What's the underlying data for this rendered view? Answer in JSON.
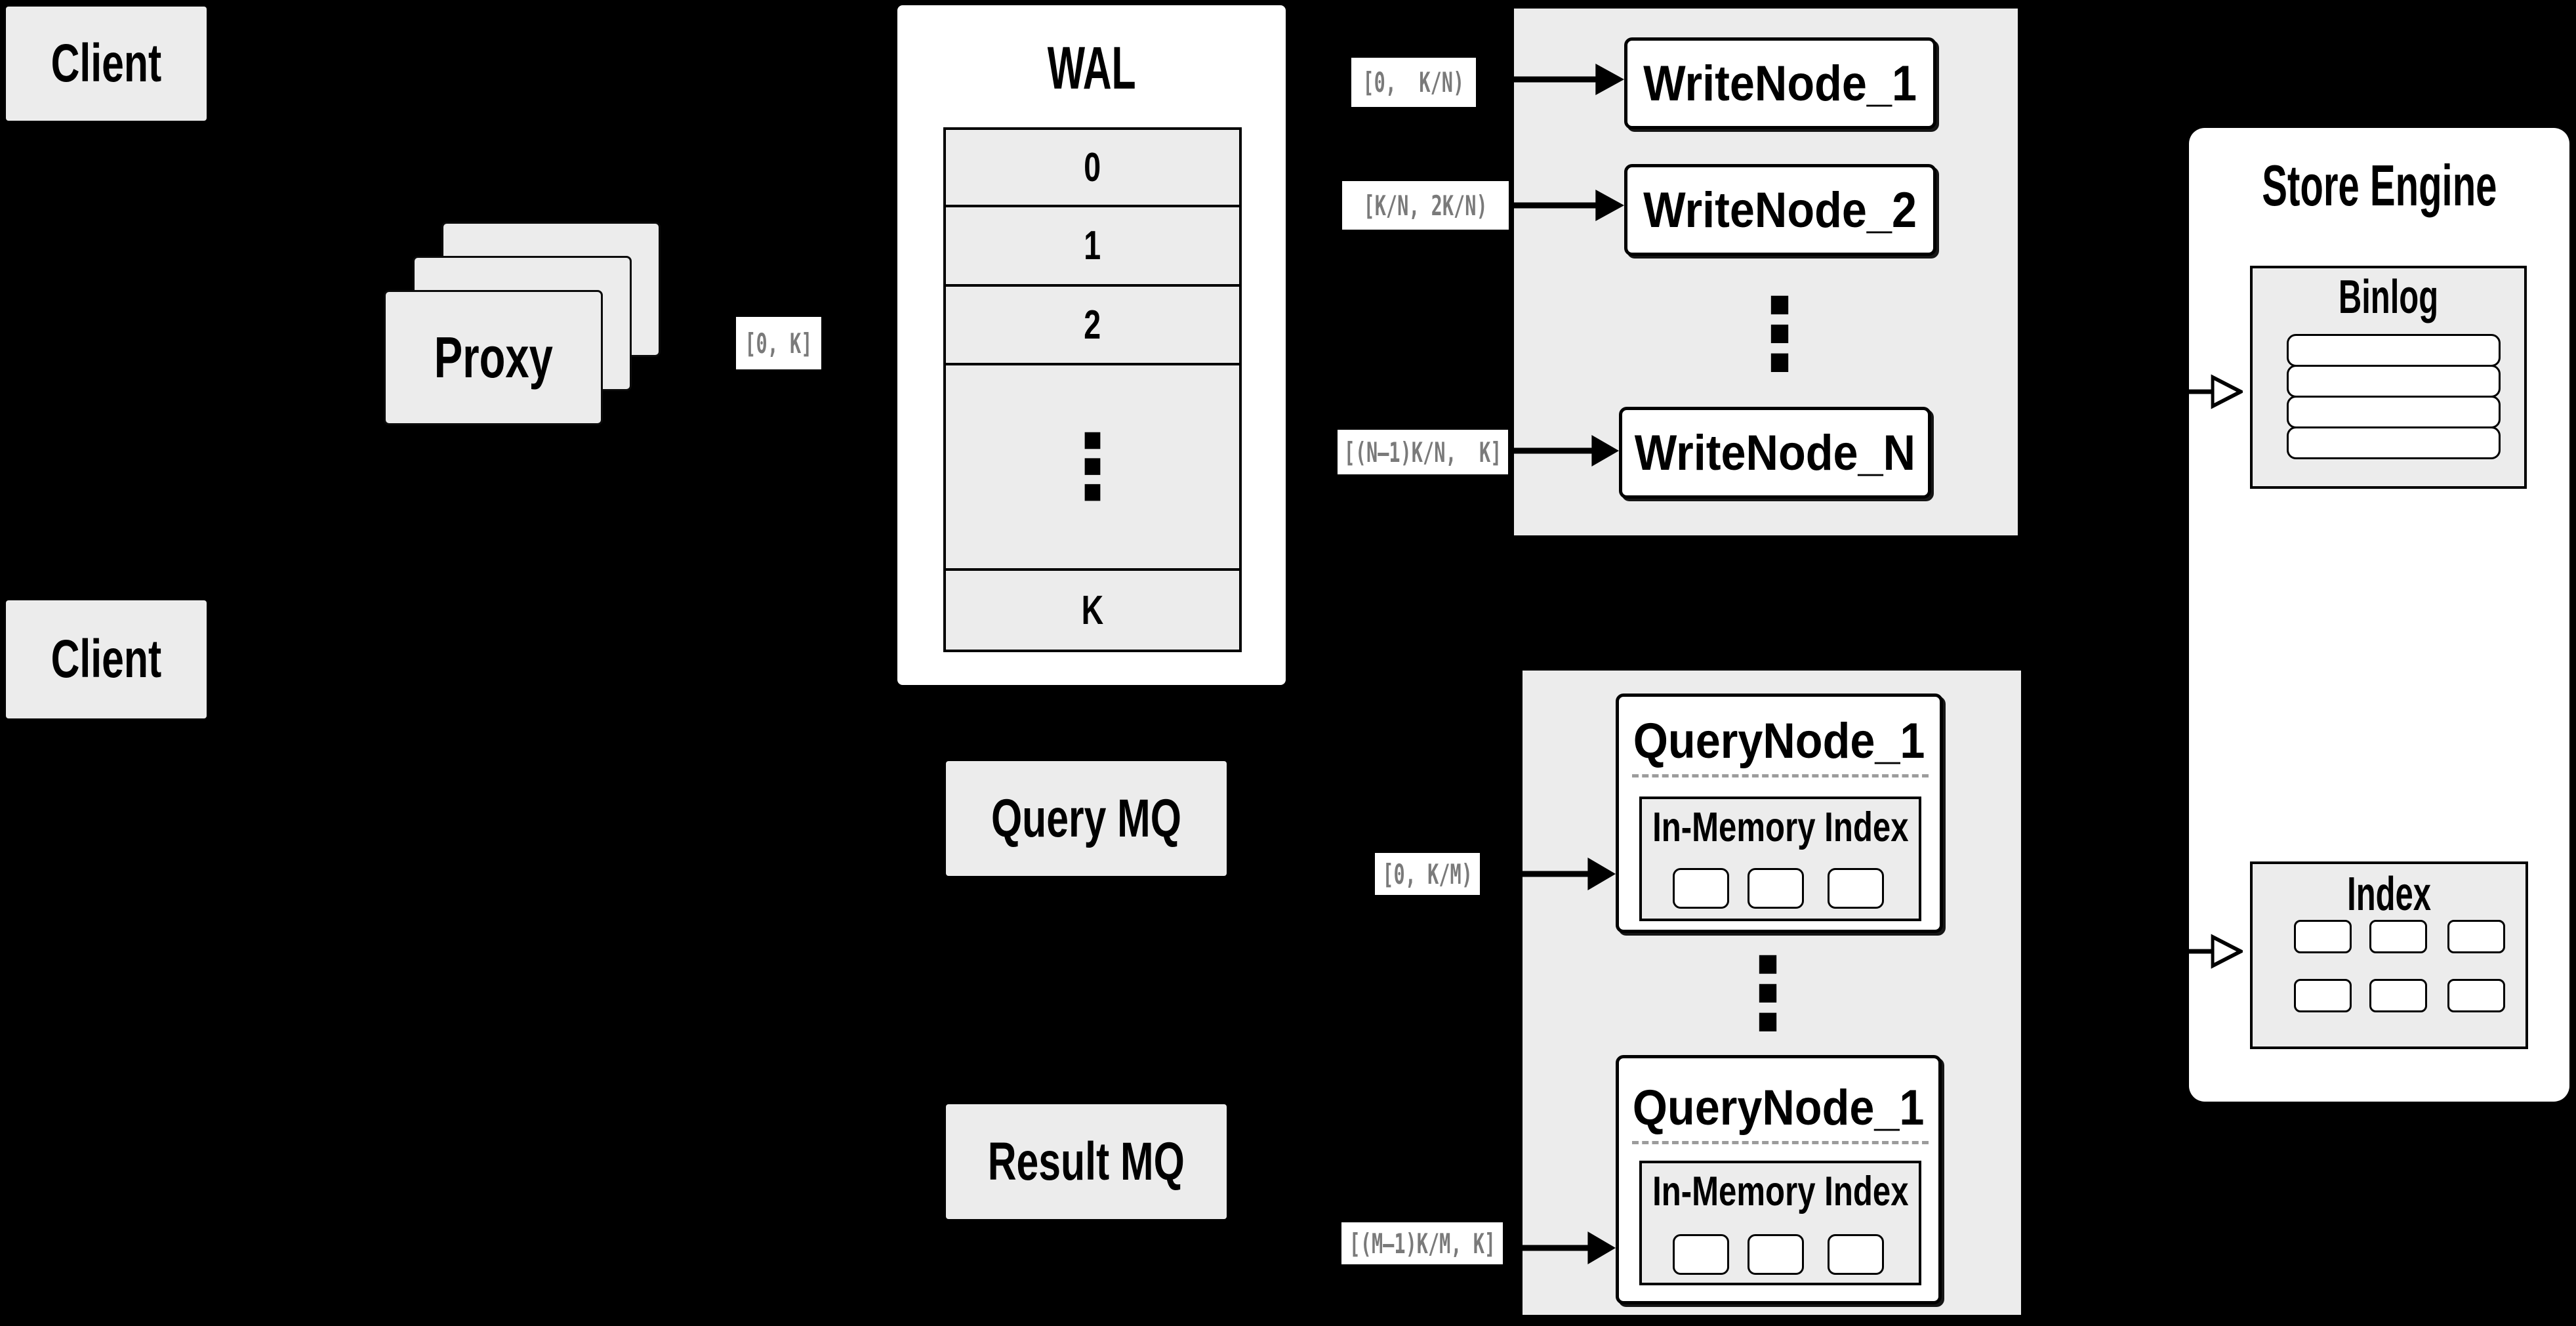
{
  "colors": {
    "background": "#000000",
    "panel_gray": "#ececec",
    "box_white": "#ffffff",
    "border_black": "#000000",
    "range_label_text": "#7a7a7a",
    "dashed_separator": "#9c9c9c"
  },
  "clients": {
    "top": "Client",
    "bottom": "Client"
  },
  "proxy": {
    "label": "Proxy",
    "range_label": "[0, K]"
  },
  "wal": {
    "title": "WAL",
    "rows": [
      "0",
      "1",
      "2",
      "⋮",
      "K"
    ]
  },
  "write_group": {
    "nodes": [
      "WriteNode_1",
      "WriteNode_2",
      "WriteNode_N"
    ],
    "dots": "⋮",
    "labels": {
      "first": "[0,  K/N)",
      "second": "[K/N, 2K/N)",
      "last": "[(N–1)K/N,  K]"
    }
  },
  "mq": {
    "query": "Query MQ",
    "result": "Result MQ"
  },
  "query_group": {
    "dots": "⋮",
    "nodes": [
      {
        "title": "QueryNode_1",
        "subtitle": "In-Memory Index"
      },
      {
        "title": "QueryNode_1",
        "subtitle": "In-Memory Index"
      }
    ],
    "labels": {
      "first": "[0, K/M)",
      "last": "[(M–1)K/M, K]"
    }
  },
  "store": {
    "title": "Store Engine",
    "binlog": {
      "title": "Binlog",
      "row_count": 4
    },
    "index": {
      "title": "Index",
      "cell_count": 6
    }
  },
  "icons": {
    "arrow_filled": "filled-right-arrow",
    "arrow_open": "open-right-arrow",
    "vertical_dots": "vertical-ellipsis"
  }
}
